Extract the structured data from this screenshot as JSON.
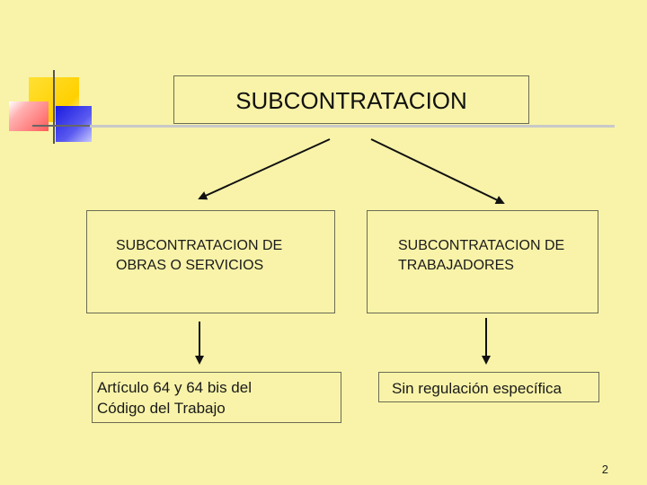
{
  "title": "SUBCONTRATACION",
  "branches": [
    {
      "line1": "SUBCONTRATACION DE",
      "line2": "OBRAS O SERVICIOS",
      "detail_line1": "Artículo 64 y 64 bis del",
      "detail_line2": "Código del Trabajo"
    },
    {
      "line1": "SUBCONTRATACION DE",
      "line2": "TRABAJADORES",
      "detail_line1": "Sin regulación específica",
      "detail_line2": ""
    }
  ],
  "page_number": "2",
  "colors": {
    "background": "#f8f3a8",
    "deco_yellow": "#ffd400",
    "deco_red": "#ff6b6b",
    "deco_blue": "#2e2ee6",
    "arrow": "#111111"
  }
}
